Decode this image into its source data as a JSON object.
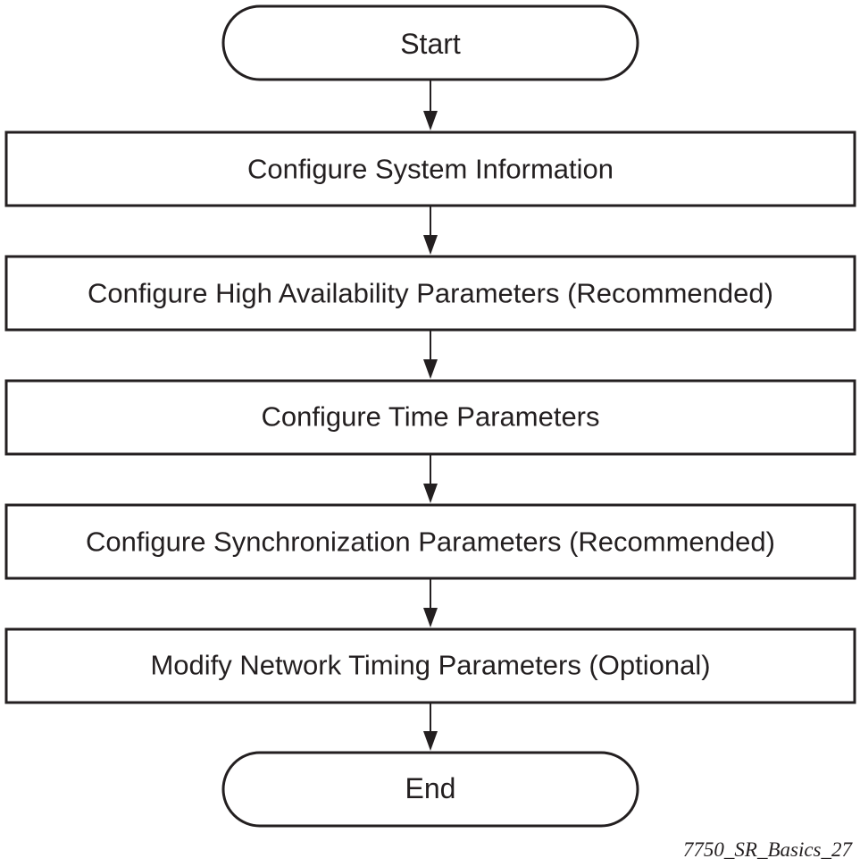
{
  "flowchart": {
    "start": "Start",
    "steps": [
      "Configure System Information",
      "Configure High Availability Parameters (Recommended)",
      "Configure Time Parameters",
      "Configure Synchronization Parameters (Recommended)",
      "Modify Network Timing Parameters (Optional)"
    ],
    "end": "End"
  },
  "figure_id": "7750_SR_Basics_27",
  "colors": {
    "stroke": "#231f20",
    "fill": "#ffffff",
    "text": "#231f20"
  }
}
